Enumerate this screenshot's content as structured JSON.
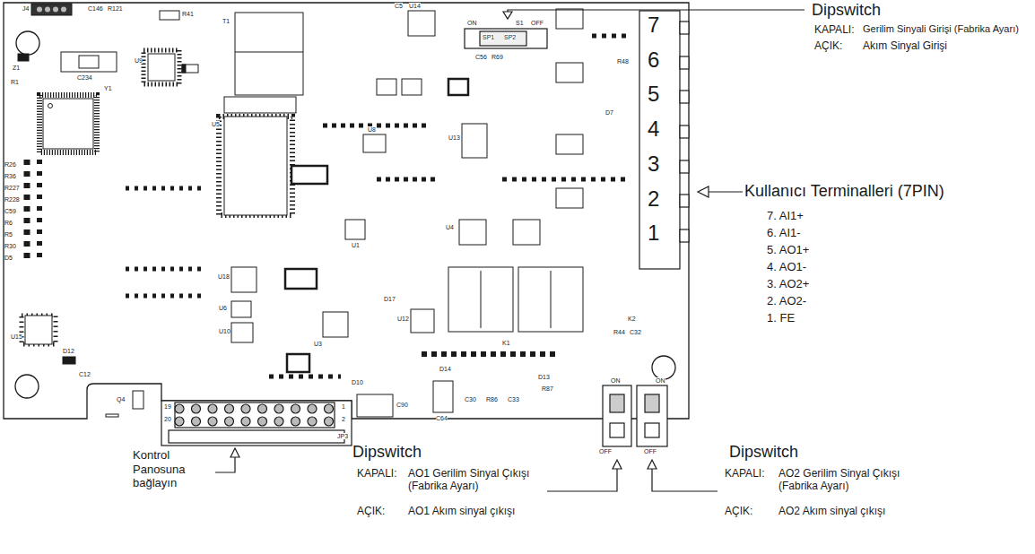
{
  "diagram": {
    "labels": [
      "Dipswitch",
      "KAPALI:",
      "Gerilim Sinyali Girişi (Fabrika Ayarı)",
      "AÇIK:",
      "Akım Sinyal Girişi",
      "Kullanıcı Terminalleri (7PIN)",
      "7. AI1+",
      "6. AI1-",
      "5. AO1+",
      "4. AO1-",
      "3. AO2+",
      "2. AO2-",
      "1. FE",
      "Dipswitch",
      "KAPALI:",
      "AO1 Gerilim Sinyal Çıkışı (Fabrika Ayarı)",
      "AÇIK:",
      "AO1 Akım sinyal çıkışı",
      "Dipswitch",
      "KAPALI:",
      "AO2 Gerilim Sinyal Çıkışı (Fabrika Ayarı)",
      "AÇIK:",
      "AO2 Akım sinyal çıkışı",
      "Kontrol Panosuna bağlayın",
      "7",
      "6",
      "5",
      "4",
      "3",
      "2",
      "1",
      "ON",
      "S1",
      "OFF",
      "SP1",
      "SP2",
      "ON",
      "ON",
      "OFF",
      "OFF",
      "J4",
      "C146",
      "R121",
      "R41",
      "T1",
      "Z1",
      "R1",
      "C234",
      "Y1",
      "U9",
      "U5",
      "R26",
      "R36",
      "R227",
      "R228",
      "C59",
      "R6",
      "R5",
      "R30",
      "D5",
      "U15",
      "D12",
      "C12",
      "Q4",
      "U14",
      "C5",
      "U13",
      "U8",
      "U4",
      "U12",
      "U18",
      "U10",
      "U6",
      "U3",
      "U1",
      "K1",
      "K2",
      "R44",
      "C32",
      "D17",
      "D10",
      "D14",
      "D13",
      "C30",
      "R86",
      "C33",
      "R87",
      "C90",
      "C64",
      "D7",
      "R48",
      "C56",
      "R69",
      "19",
      "20",
      "1",
      "2",
      "JP3"
    ]
  }
}
